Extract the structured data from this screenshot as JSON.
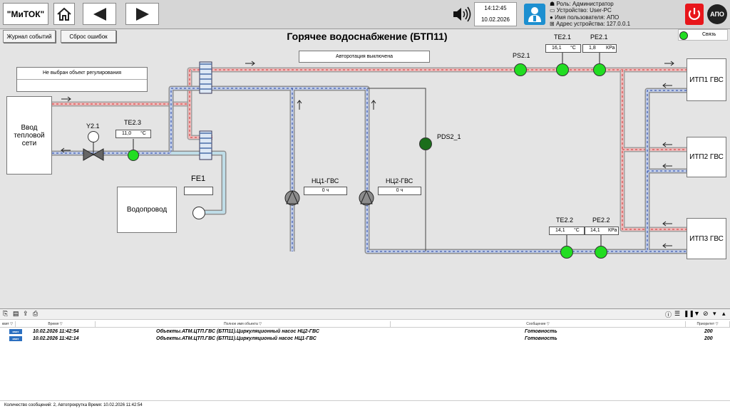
{
  "app": {
    "brand": "\"МиТОК\""
  },
  "clock": {
    "time": "14:12:45",
    "date": "10.02.2026"
  },
  "user": {
    "role": "Роль:  Администратор",
    "device": "Устройство:  User-PC",
    "username": "Имя пользователя: АПО",
    "address": "Адрес устройства:  127.0.0.1"
  },
  "toolbar": {
    "events": "Журнал событий",
    "reset": "Сброс ошибок",
    "apo": "АПО"
  },
  "title": "Горячее водоснабжение (БТП11)",
  "connection": "Связь",
  "autorotation": "Авторотация выключена",
  "no_object": "Не выбран объект регулирования",
  "blocks": {
    "input": "Ввод тепловой сети",
    "water": "Водопровод",
    "itp1": "ИТП1 ГВС",
    "itp2": "ИТП2 ГВС",
    "itp3": "ИТП3 ГВС"
  },
  "sensors": {
    "y21": "Y2.1",
    "te23": {
      "label": "TE2.3",
      "value": "11,0",
      "unit": "°C"
    },
    "fe1": "FE1",
    "ps21": "PS2.1",
    "te21": {
      "label": "TE2.1",
      "value": "16,1",
      "unit": "°C"
    },
    "pe21": {
      "label": "PE2.1",
      "value": "1,8",
      "unit": "КРа"
    },
    "pds21": "PDS2_1",
    "te22": {
      "label": "TE2.2",
      "value": "14,1",
      "unit": "°C"
    },
    "pe22": {
      "label": "PE2.2",
      "value": "14,1",
      "unit": "КРа"
    }
  },
  "pumps": {
    "p1": {
      "label": "НЦ1-ГВС",
      "value": "0 ч"
    },
    "p2": {
      "label": "НЦ2-ГВС",
      "value": "0 ч"
    }
  },
  "log": {
    "columns": [
      "квит ▽",
      "Время ▽",
      "Полное имя объекта ▽",
      "Сообщение ▽",
      "Приоритет ▽"
    ],
    "rows": [
      {
        "badge": "квит",
        "time": "10.02.2026 11:42:54",
        "object": "Объекты.АТМ.ЦТП.ГВС (БТП11).Циркуляционный насос НЦ2-ГВС",
        "message": "Готовность",
        "priority": "200"
      },
      {
        "badge": "квит",
        "time": "10.02.2026 11:42:14",
        "object": "Объекты.АТМ.ЦТП.ГВС (БТП11).Циркуляционый насос НЦ1-ГВС",
        "message": "Готовность",
        "priority": "200"
      }
    ],
    "footer": "Количество сообщений: 2, Автопрокрутка Время: 10.02.2026 11:42:54"
  },
  "colors": {
    "ok": "#22dd22",
    "alarm": "#e8161b",
    "accent": "#1c8fd0"
  }
}
